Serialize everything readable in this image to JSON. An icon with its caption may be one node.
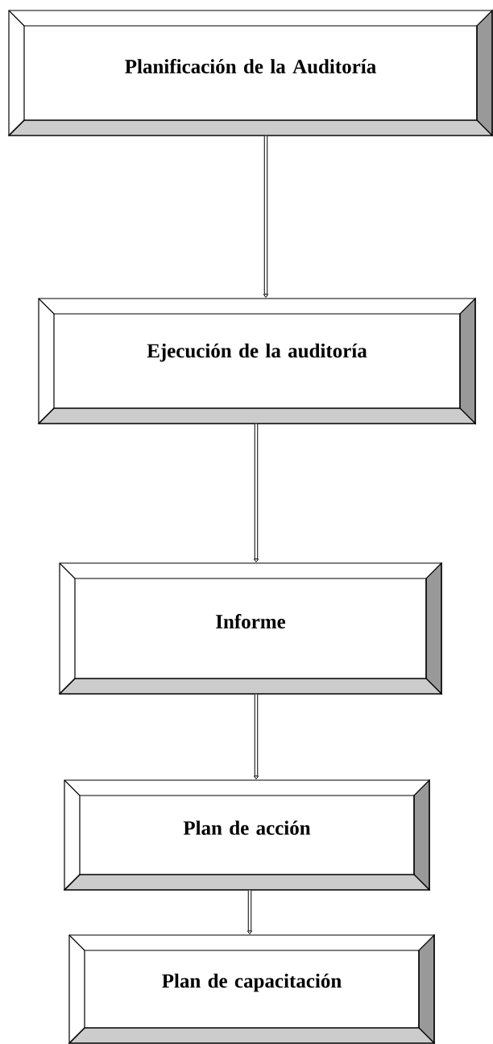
{
  "diagram": {
    "nodes": [
      {
        "text": [
          "Planificación de la Auditoría"
        ]
      },
      {
        "text": [
          "Ejecución de la auditoría"
        ]
      },
      {
        "text": [
          "Informe"
        ]
      },
      {
        "text": [
          "Plan de acción"
        ]
      },
      {
        "text": [
          "Plan de capacitación"
        ]
      }
    ],
    "edges": [
      {
        "from": 0,
        "to": 1,
        "arrow": "to"
      },
      {
        "from": 1,
        "to": 2,
        "arrow": "to"
      },
      {
        "from": 2,
        "to": 3,
        "arrow": "to"
      },
      {
        "from": 3,
        "to": 4,
        "arrow": "to"
      }
    ]
  }
}
